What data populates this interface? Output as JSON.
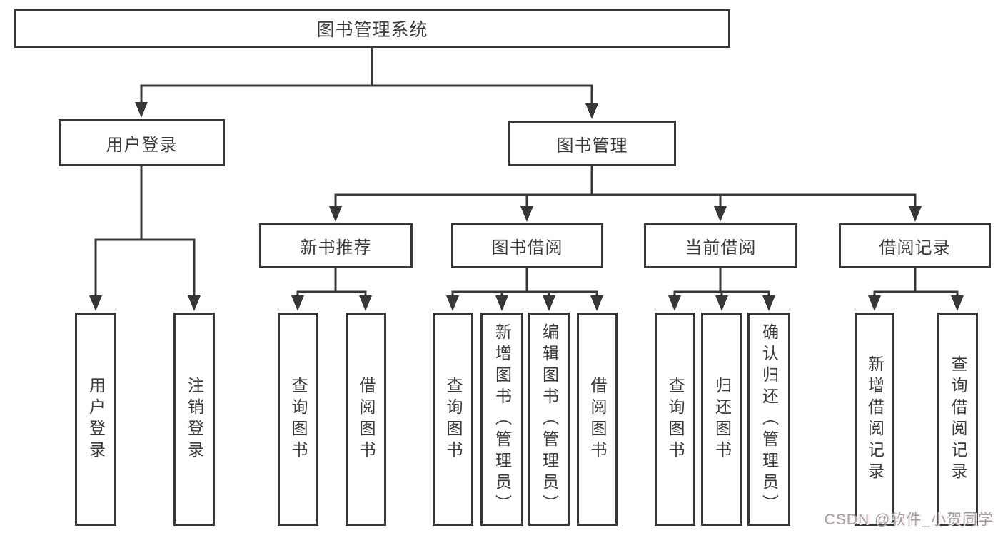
{
  "diagram": {
    "root": {
      "label": "图书管理系统"
    },
    "user_login_branch": {
      "label": "用户登录",
      "children": [
        {
          "label": "用户登录"
        },
        {
          "label": "注销登录"
        }
      ]
    },
    "book_mgmt_branch": {
      "label": "图书管理",
      "sections": [
        {
          "label": "新书推荐",
          "children": [
            {
              "label": "查询图书"
            },
            {
              "label": "借阅图书"
            }
          ]
        },
        {
          "label": "图书借阅",
          "children": [
            {
              "label": "查询图书"
            },
            {
              "label": "新增图书（管理员）"
            },
            {
              "label": "编辑图书（管理员）"
            },
            {
              "label": "借阅图书"
            }
          ]
        },
        {
          "label": "当前借阅",
          "children": [
            {
              "label": "查询图书"
            },
            {
              "label": "归还图书"
            },
            {
              "label": "确认归还（管理员）"
            }
          ]
        },
        {
          "label": "借阅记录",
          "children": [
            {
              "label": "新增借阅记录"
            },
            {
              "label": "查询借阅记录"
            }
          ]
        }
      ]
    }
  },
  "watermark": {
    "text": "CSDN @软件_小贺同学"
  },
  "colors": {
    "line": "#373737",
    "text": "#3a3a3a",
    "background": "#ffffff",
    "watermark": "#9e9e9e"
  }
}
